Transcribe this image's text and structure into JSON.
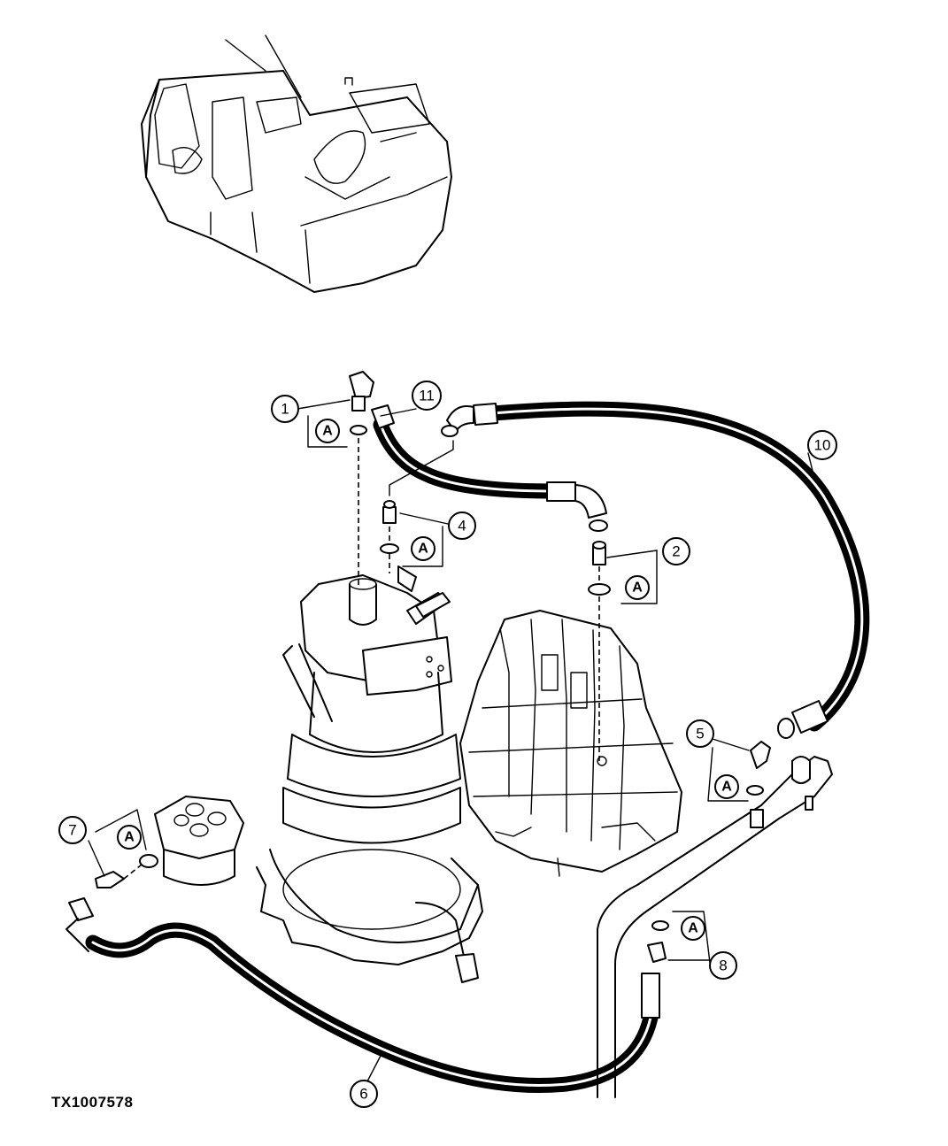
{
  "figure_id": "TX1007578",
  "reference_label": "A",
  "callouts": {
    "c1": "1",
    "c2": "2",
    "c4": "4",
    "c5": "5",
    "c6": "6",
    "c7": "7",
    "c8": "8",
    "c10": "10",
    "c11": "11"
  }
}
